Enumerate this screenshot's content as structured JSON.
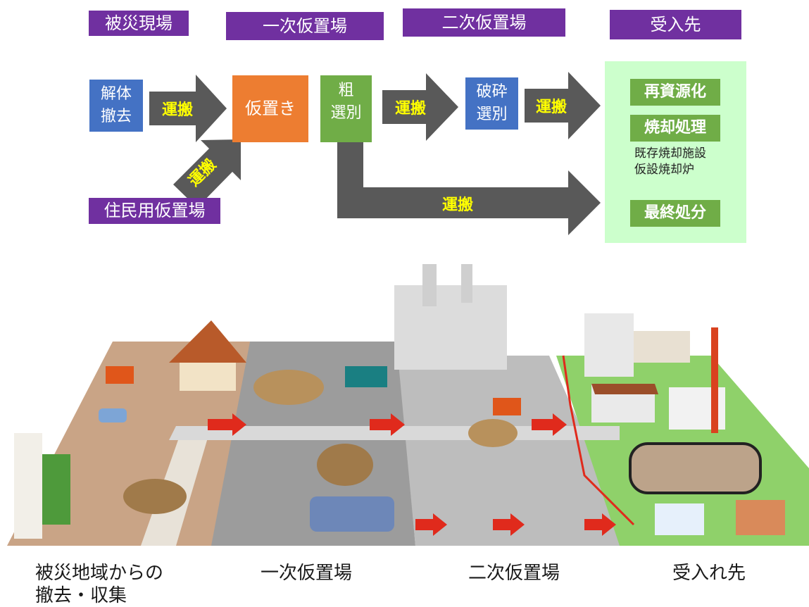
{
  "headers": {
    "disaster_site": "被災現場",
    "primary_yard": "一次仮置場",
    "secondary_yard": "二次仮置場",
    "destination": "受入先"
  },
  "nodes": {
    "demolition": [
      "解体",
      "撤去"
    ],
    "temp_storage": "仮置き",
    "coarse_sort": [
      "粗",
      "選別"
    ],
    "crush_sort": [
      "破砕",
      "選別"
    ],
    "resident_yard": "住民用仮置場"
  },
  "transport_label": "運搬",
  "destination_box": {
    "recycle": "再資源化",
    "incinerate": "焼却処理",
    "incinerate_notes": [
      "既存焼却施設",
      "仮設焼却炉"
    ],
    "final_disposal": "最終処分"
  },
  "captions": {
    "collection": [
      "被災地域からの",
      "撤去・収集"
    ],
    "primary": "一次仮置場",
    "secondary": "二次仮置場",
    "receiving": "受入れ先"
  },
  "colors": {
    "header_purple": "#7030a0",
    "node_blue": "#4472c4",
    "node_orange": "#ed7d31",
    "node_green": "#70ad47",
    "arrow_gray": "#595959",
    "arrow_text_yellow": "#ffff00",
    "destination_bg": "#ccffcc"
  }
}
